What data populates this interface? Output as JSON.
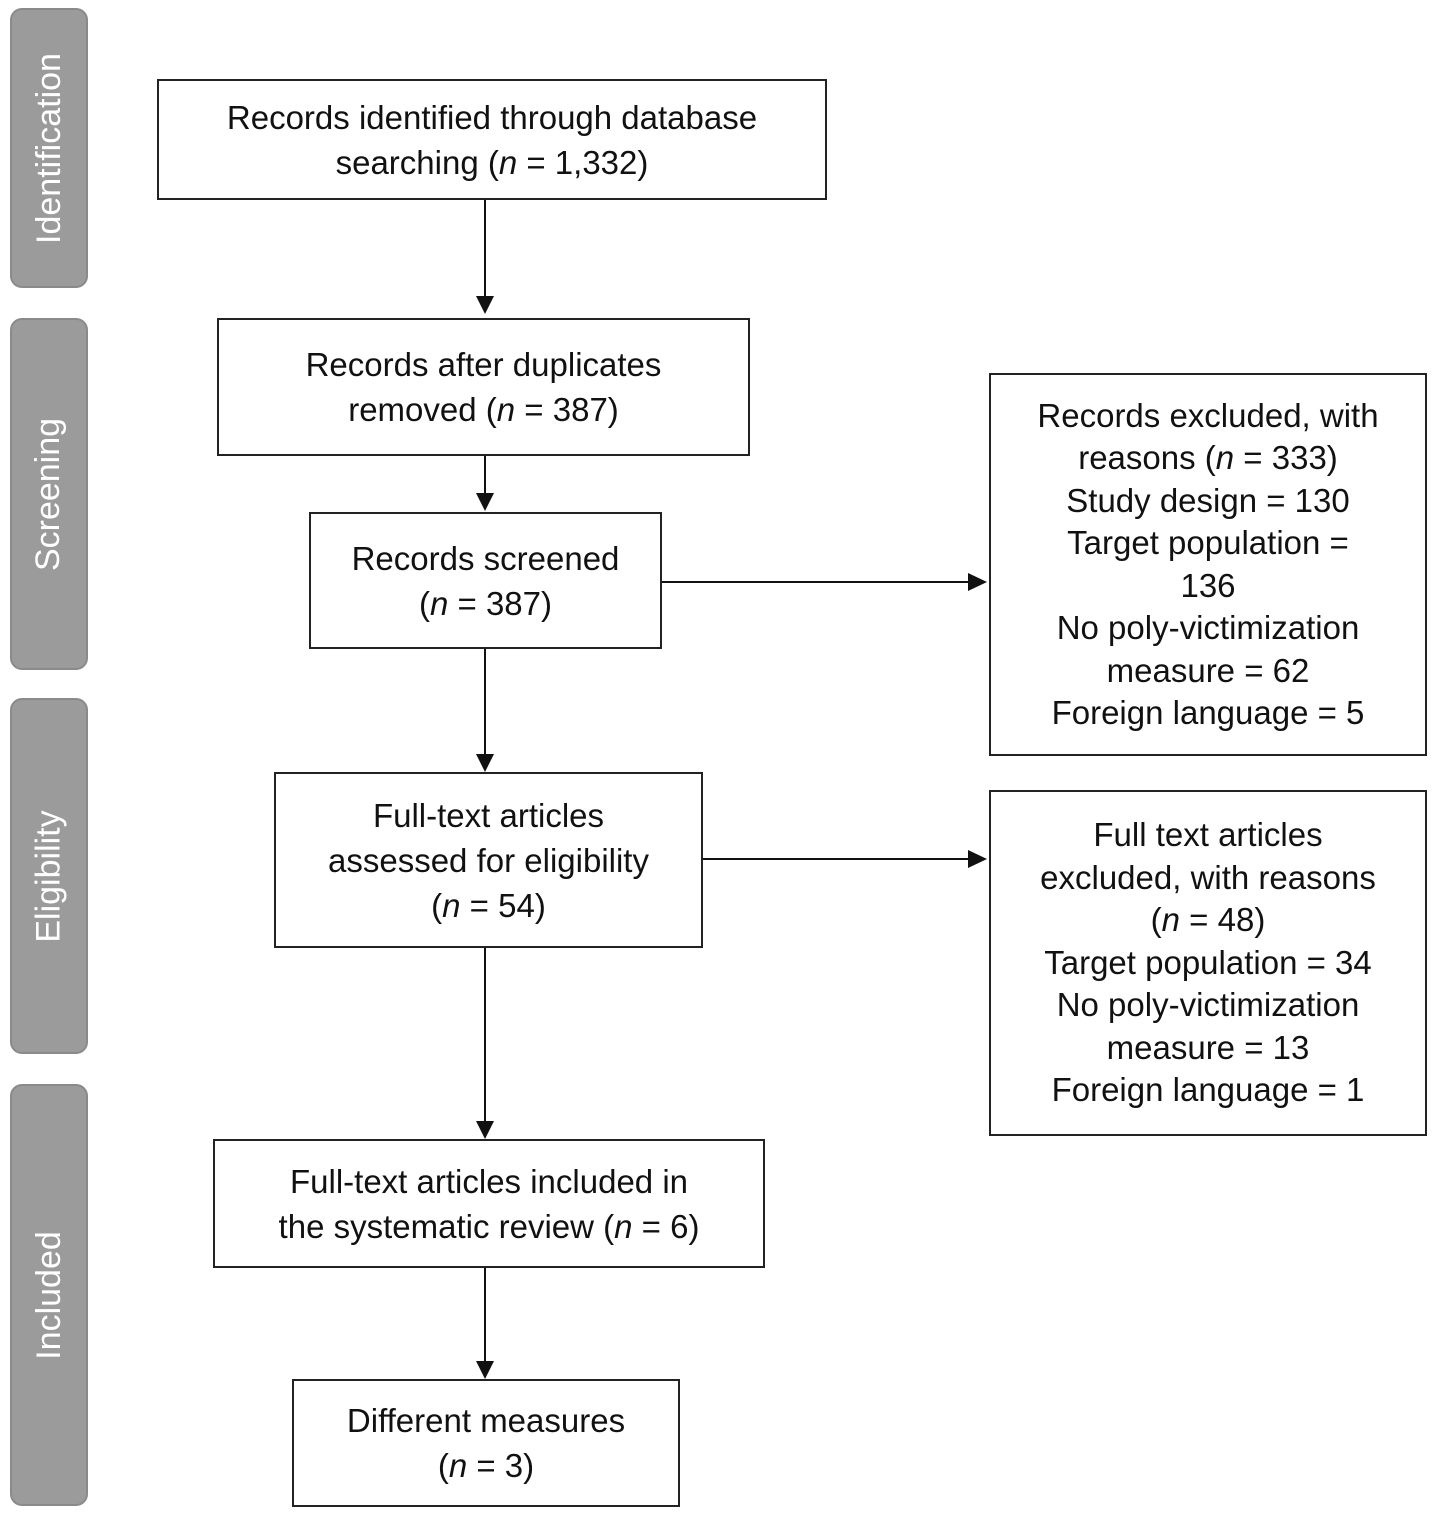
{
  "stages": {
    "identification": "Identification",
    "screening": "Screening",
    "eligibility": "Eligibility",
    "included": "Included"
  },
  "boxes": {
    "identified": {
      "line1": "Records identified through database",
      "line2_pre": "searching (",
      "n": "n",
      "line2_post": " = 1,332)"
    },
    "after_duplicates": {
      "line1": "Records after duplicates",
      "line2_pre": "removed (",
      "n": "n",
      "line2_post": " = 387)"
    },
    "screened": {
      "line1": "Records screened",
      "line2_pre": "(",
      "n": "n",
      "line2_post": " = 387)"
    },
    "excluded_records": {
      "line1": "Records excluded, with",
      "line2_pre": "reasons (",
      "n": "n",
      "line2_post": " = 333)",
      "line3": "Study design = 130",
      "line4": "Target population =",
      "line5": "136",
      "line6": "No poly-victimization",
      "line7": "measure = 62",
      "line8": "Foreign language = 5"
    },
    "full_text_assessed": {
      "line1": "Full-text articles",
      "line2": "assessed for eligibility",
      "line3_pre": "(",
      "n": "n",
      "line3_post": " = 54)"
    },
    "full_text_excluded": {
      "line1": "Full text articles",
      "line2": "excluded, with reasons",
      "line3_pre": "(",
      "n": "n",
      "line3_post": " = 48)",
      "line4": "Target population = 34",
      "line5": "No poly-victimization",
      "line6": "measure = 13",
      "line7": "Foreign language = 1"
    },
    "included": {
      "line1": "Full-text articles included in",
      "line2_pre": "the systematic review (",
      "n": "n",
      "line2_post": " = 6)"
    },
    "measures": {
      "line1": "Different measures",
      "line2_pre": "(",
      "n": "n",
      "line2_post": " = 3)"
    }
  },
  "colors": {
    "stage_fill": "#9b9b9b",
    "stage_text": "#ffffff",
    "box_border": "#222222",
    "arrow": "#111111"
  }
}
